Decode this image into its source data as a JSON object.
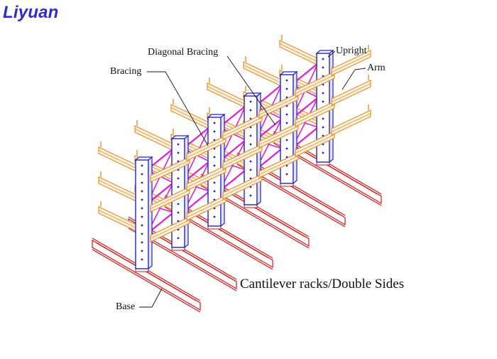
{
  "brand": {
    "name": "Liyuan",
    "color": "#2d2dcf"
  },
  "caption": "Cantilever racks/Double Sides",
  "labels": {
    "diagonal_bracing": "Diagonal Bracing",
    "upright": "Upright",
    "bracing": "Bracing",
    "arm": "Arm",
    "base": "Base"
  },
  "colors": {
    "upright": "#2222cc",
    "arm": "#e8912a",
    "base": "#e01515",
    "bracing": "#e020d8",
    "leader": "#111111"
  },
  "structure": {
    "upright_count": 6,
    "arm_levels_per_side": 3
  }
}
